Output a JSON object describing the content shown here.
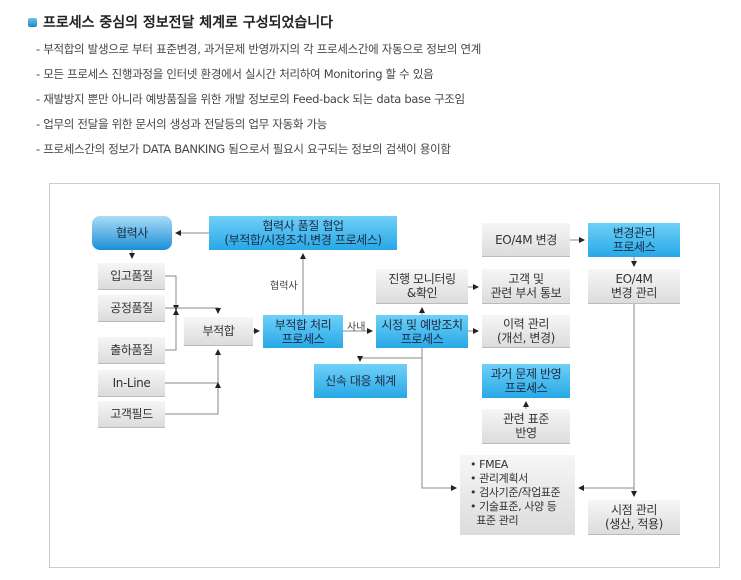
{
  "title": "프로세스 중심의 정보전달 체계로 구성되었습니다",
  "lines": [
    "- 부적합의 발생으로 부터 표준변경, 과거문제 반영까지의 각 프로세스간에 자동으로 정보의 연계",
    "- 모든 프로세스 진행과정을 인터넷 환경에서 실시간 처리하여 Monitoring 할 수 있음",
    "- 재발방지 뿐만 아니라 예방품질을 위한 개발 정보로의 Feed-back 되는 data base 구조임",
    "- 업무의 전달을 위한 문서의 생성과 전달등의 업무 자동화 가능",
    "- 프로세스간의 정보가 DATA BANKING 됨으로서 필요시 요구되는 정보의 검색이 용이함"
  ],
  "diagram": {
    "partner": "협력사",
    "partner_collab": "협력사 품질 협업\n(부적합/시정조치,변경 프로세스)",
    "incoming": "입고품질",
    "process_q": "공정품질",
    "shipping": "출하품질",
    "inline": "In-Line",
    "field": "고객필드",
    "nonconf": "부적합",
    "nonconf_proc": "부적합 처리\n프로세스",
    "monitor": "진행 모니터링\n&확인",
    "corrective": "시정 및 예방조치\n프로세스",
    "rapid": "신속 대응 체계",
    "eo_change": "EO/4M 변경",
    "change_proc": "변경관리\n프로세스",
    "notify": "고객 및\n관련 부서 통보",
    "eo_manage": "EO/4M\n변경 관리",
    "history": "이력 관리\n(개선, 변경)",
    "past_proc": "과거 문제 반영\n프로세스",
    "std_reflect": "관련 표준\n반영",
    "std_list": [
      "• FMEA",
      "• 관리계획서",
      "• 검사기준/작업표준",
      "• 기술표준, 사양 등",
      "  표준 관리"
    ],
    "timing": "시점 관리\n(생산, 적용)",
    "label_partner": "협력사",
    "label_internal": "사내"
  }
}
